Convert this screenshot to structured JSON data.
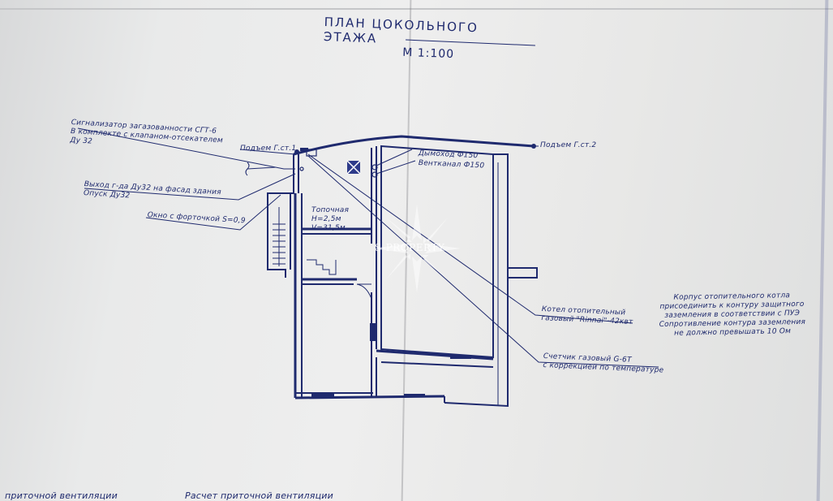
{
  "drawing": {
    "title": "ПЛАН  ЦОКОЛЬНОГО ЭТАЖА",
    "scale": "М 1:100"
  },
  "labels": {
    "gas_alarm_line1": "Сигнализатор загазованности СГТ-6",
    "gas_alarm_line2": "В комплекте с клапаном-отсекателем",
    "gas_alarm_line3": "Ду 32",
    "gas_outlet_line1": "Выход г-да Ду32 на фасад здания",
    "gas_outlet_line2": "Опуск Ду32",
    "window_vent": "Окно с форточкой S=0,9",
    "riser1": "Подъем Г.ст.1",
    "riser2": "Подъем Г.ст.2",
    "flue": "Дымоход Ф150",
    "vent_duct": "Вентканал Ф150",
    "boiler_room_name": "Топочная",
    "boiler_room_height": "Н=2,5м",
    "boiler_room_volume": "V=31,5м",
    "boiler_line1": "Котел отопительный",
    "boiler_line2": "газовый \"Rinnai\"-42квт",
    "meter_line1": "Счетчик газовый G-6Т",
    "meter_line2": "с коррекцией по температуре",
    "grounding_line1": "Корпус отопительного котла",
    "grounding_line2": "присоединить к контуру защитного",
    "grounding_line3": "заземления в соответствии с ПУЭ",
    "grounding_line4": "Сопротивление контура заземления",
    "grounding_line5": "не должно превышать 10 Ом",
    "bottom_left": "приточной  вентиляции",
    "bottom_mid": "Расчет  приточной  вентиляции"
  },
  "watermark": {
    "text": "S-PROPERTY"
  },
  "colors": {
    "ink": "#1f2a6e",
    "paper": "#ececec"
  }
}
